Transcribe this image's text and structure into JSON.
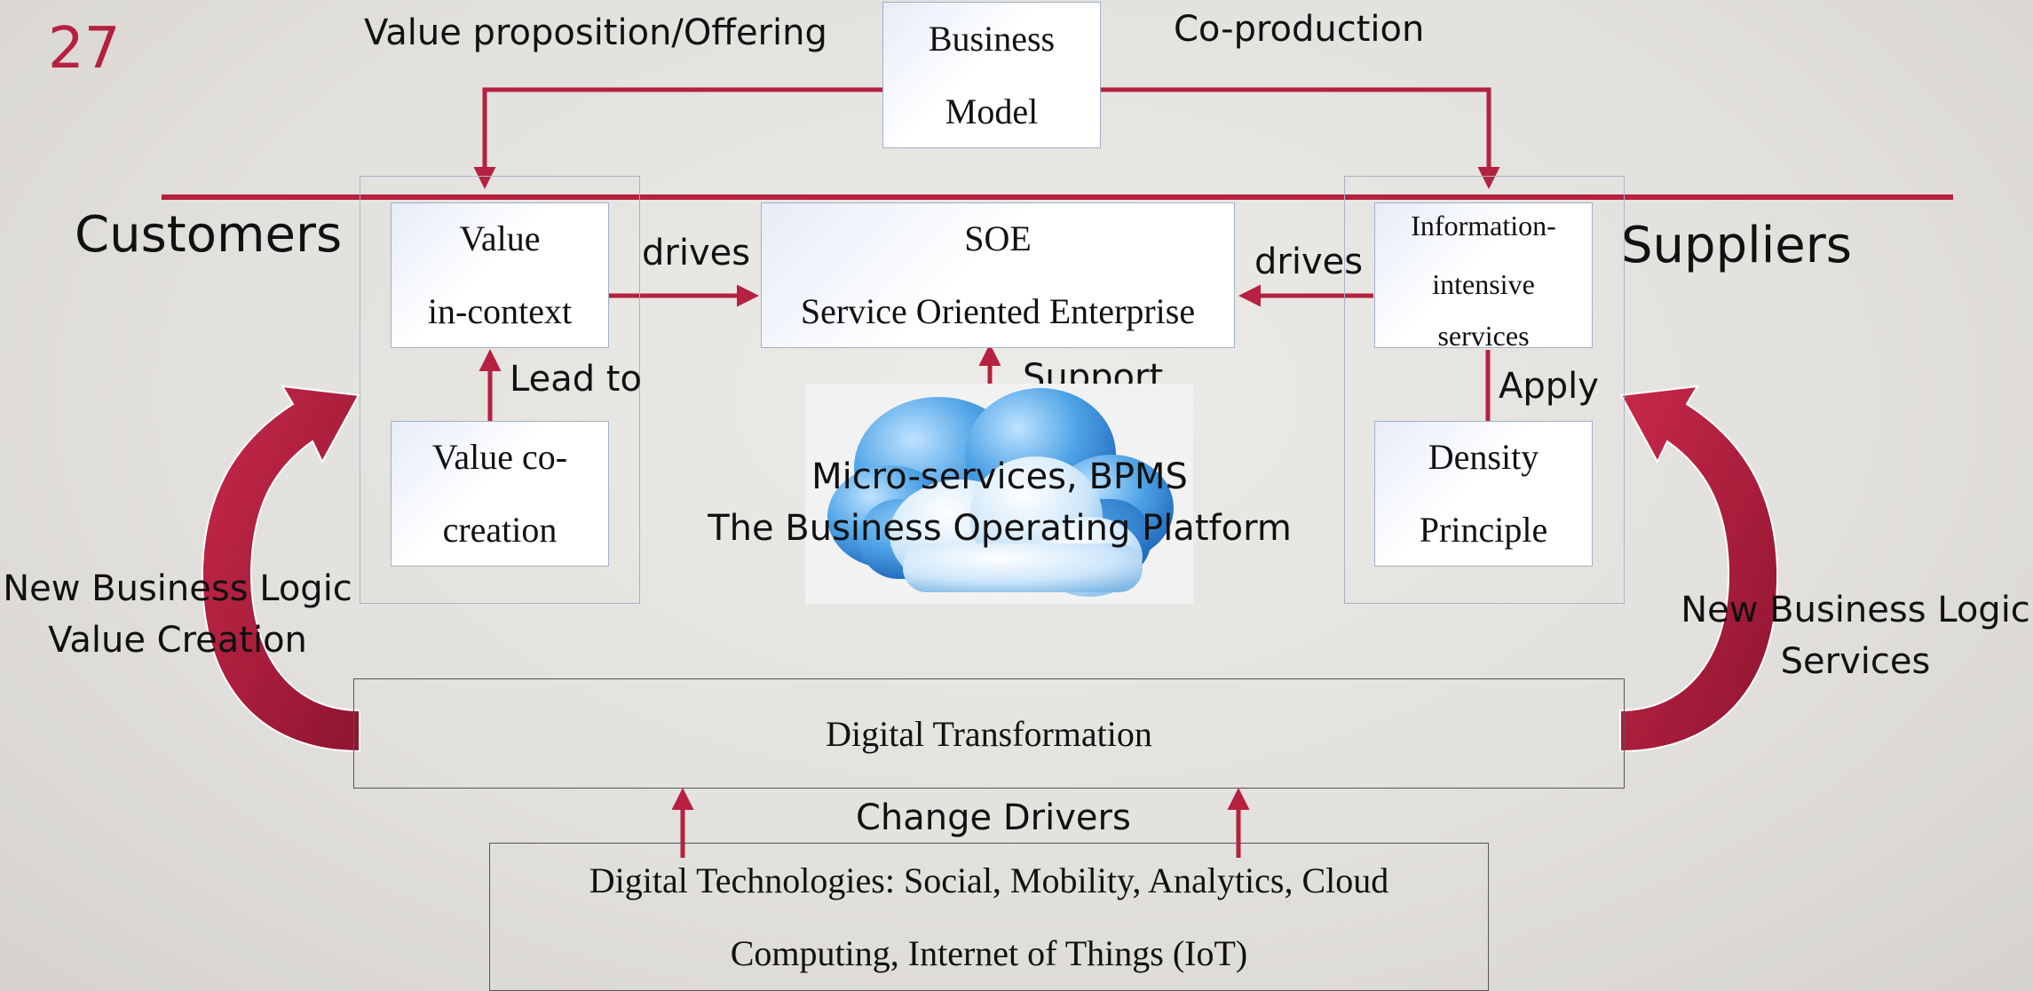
{
  "slide_number": "27",
  "labels": {
    "value_proposition": "Value proposition/Offering",
    "co_production": "Co-production",
    "customers": "Customers",
    "suppliers": "Suppliers",
    "drives_left": "drives",
    "drives_right": "drives",
    "lead_to": "Lead to",
    "support": "Support",
    "apply": "Apply",
    "change_drivers": "Change Drivers"
  },
  "business_model": {
    "line1": "Business",
    "line2": "Model"
  },
  "value_in_context": {
    "line1": "Value",
    "line2": "in-context"
  },
  "value_co_creation": {
    "line1": "Value co-",
    "line2": "creation"
  },
  "soe": {
    "line1": "SOE",
    "line2": "Service Oriented Enterprise"
  },
  "info_services": {
    "line1": "Information-",
    "line2": "intensive",
    "line3": "services"
  },
  "density": {
    "line1": "Density",
    "line2": "Principle"
  },
  "platform": {
    "line1": "Micro-services, BPMS",
    "line2": "The Business Operating Platform"
  },
  "left_caption": {
    "line1": "New Business Logic",
    "line2": "Value Creation"
  },
  "right_caption": {
    "line1": "New Business Logic",
    "line2": "Services"
  },
  "digital_transformation": "Digital Transformation",
  "digital_technologies": {
    "line1": "Digital Technologies: Social, Mobility, Analytics, Cloud",
    "line2": "Computing, Internet of Things (IoT)"
  },
  "colors": {
    "accent": "#b5213f",
    "slide_number": "#b5213f",
    "box_border": "#9fb0c8",
    "cloud_blue": "#3a8fd8"
  },
  "icons": {
    "cloud": "cloud-icon"
  }
}
